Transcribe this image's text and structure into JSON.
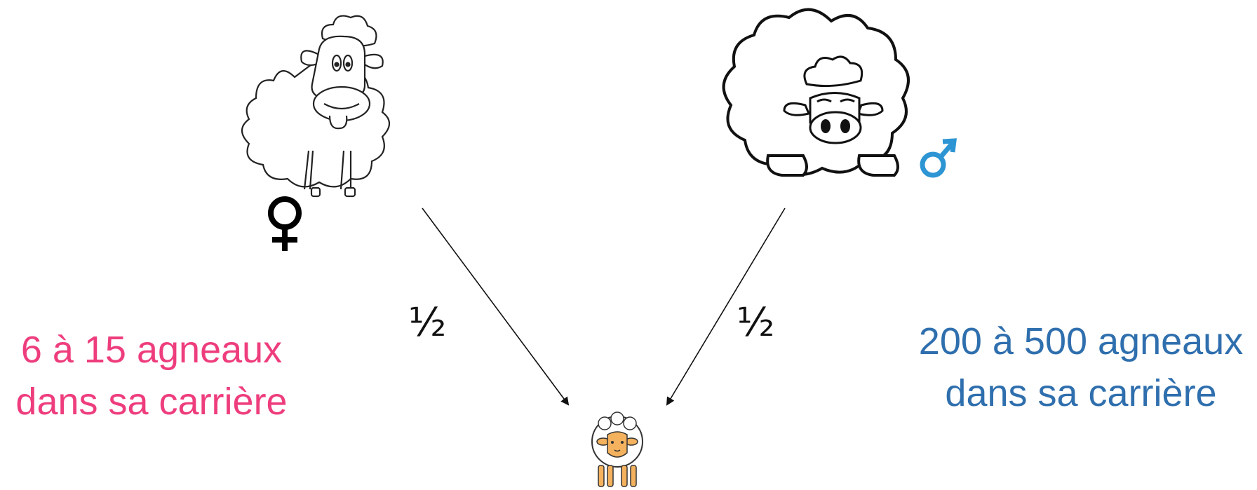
{
  "colors": {
    "female_text": "#ee3d7d",
    "male_text": "#2f6fae",
    "male_symbol": "#2d95d3",
    "lamb_face": "#f4b25e"
  },
  "icons": [
    "ewe-drawing",
    "venus-symbol",
    "ram-drawing",
    "mars-symbol",
    "lamb-icon",
    "arrow-left",
    "arrow-right"
  ],
  "female": {
    "lines": [
      "6 à 15 agneaux",
      "dans sa carrière"
    ]
  },
  "male": {
    "lines": [
      "200 à 500 agneaux",
      "dans sa carrière"
    ]
  },
  "fractions": {
    "left": "½",
    "right": "½"
  }
}
